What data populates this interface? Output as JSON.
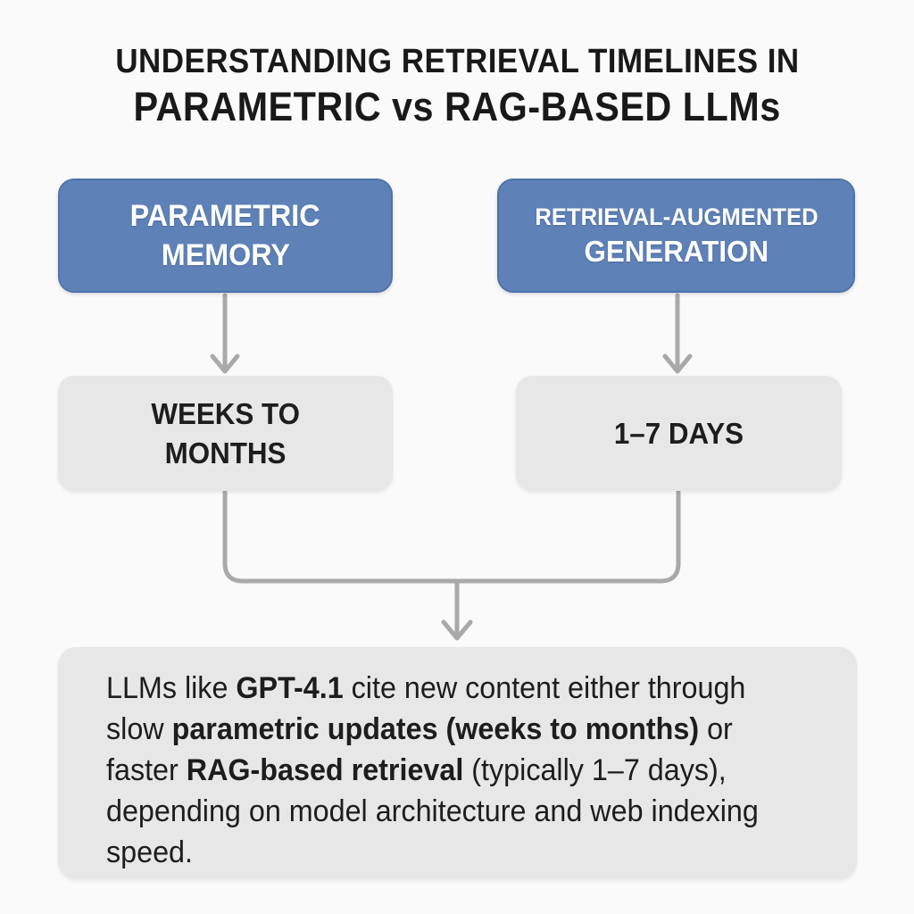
{
  "theme": {
    "bg": "#fafafa",
    "title-color": "#191919",
    "header-bg": "#5e82b8",
    "header-border": "#4e73a9",
    "header-text": "#ffffff",
    "panel-bg": "#e7e7e7",
    "panel-text": "#1d1d1d",
    "connector": "#a9a9a9"
  },
  "title": {
    "line1": "UNDERSTANDING RETRIEVAL TIMELINES IN",
    "line2": "PARAMETRIC vs RAG-BASED LLMs"
  },
  "flow": {
    "left": {
      "header_line1": "PARAMETRIC",
      "header_line2": "MEMORY",
      "timeline_line1": "WEEKS TO",
      "timeline_line2": "MONTHS"
    },
    "right": {
      "header_line1": "RETRIEVAL-AUGMENTED",
      "header_line2": "GENERATION",
      "timeline_line1": "1–7 DAYS"
    }
  },
  "summary": {
    "lines": [
      [
        {
          "t": "LLMs like ",
          "b": false
        },
        {
          "t": "GPT-4.1",
          "b": true
        },
        {
          "t": " cite new content either through",
          "b": false
        }
      ],
      [
        {
          "t": "slow ",
          "b": false
        },
        {
          "t": "parametric updates (weeks to months)",
          "b": true
        },
        {
          "t": " or",
          "b": false
        }
      ],
      [
        {
          "t": "faster ",
          "b": false
        },
        {
          "t": "RAG-based retrieval",
          "b": true
        },
        {
          "t": " (typically 1–7 days),",
          "b": false
        }
      ],
      [
        {
          "t": "depending on model architecture and web indexing",
          "b": false
        }
      ],
      [
        {
          "t": "speed.",
          "b": false
        }
      ]
    ]
  }
}
